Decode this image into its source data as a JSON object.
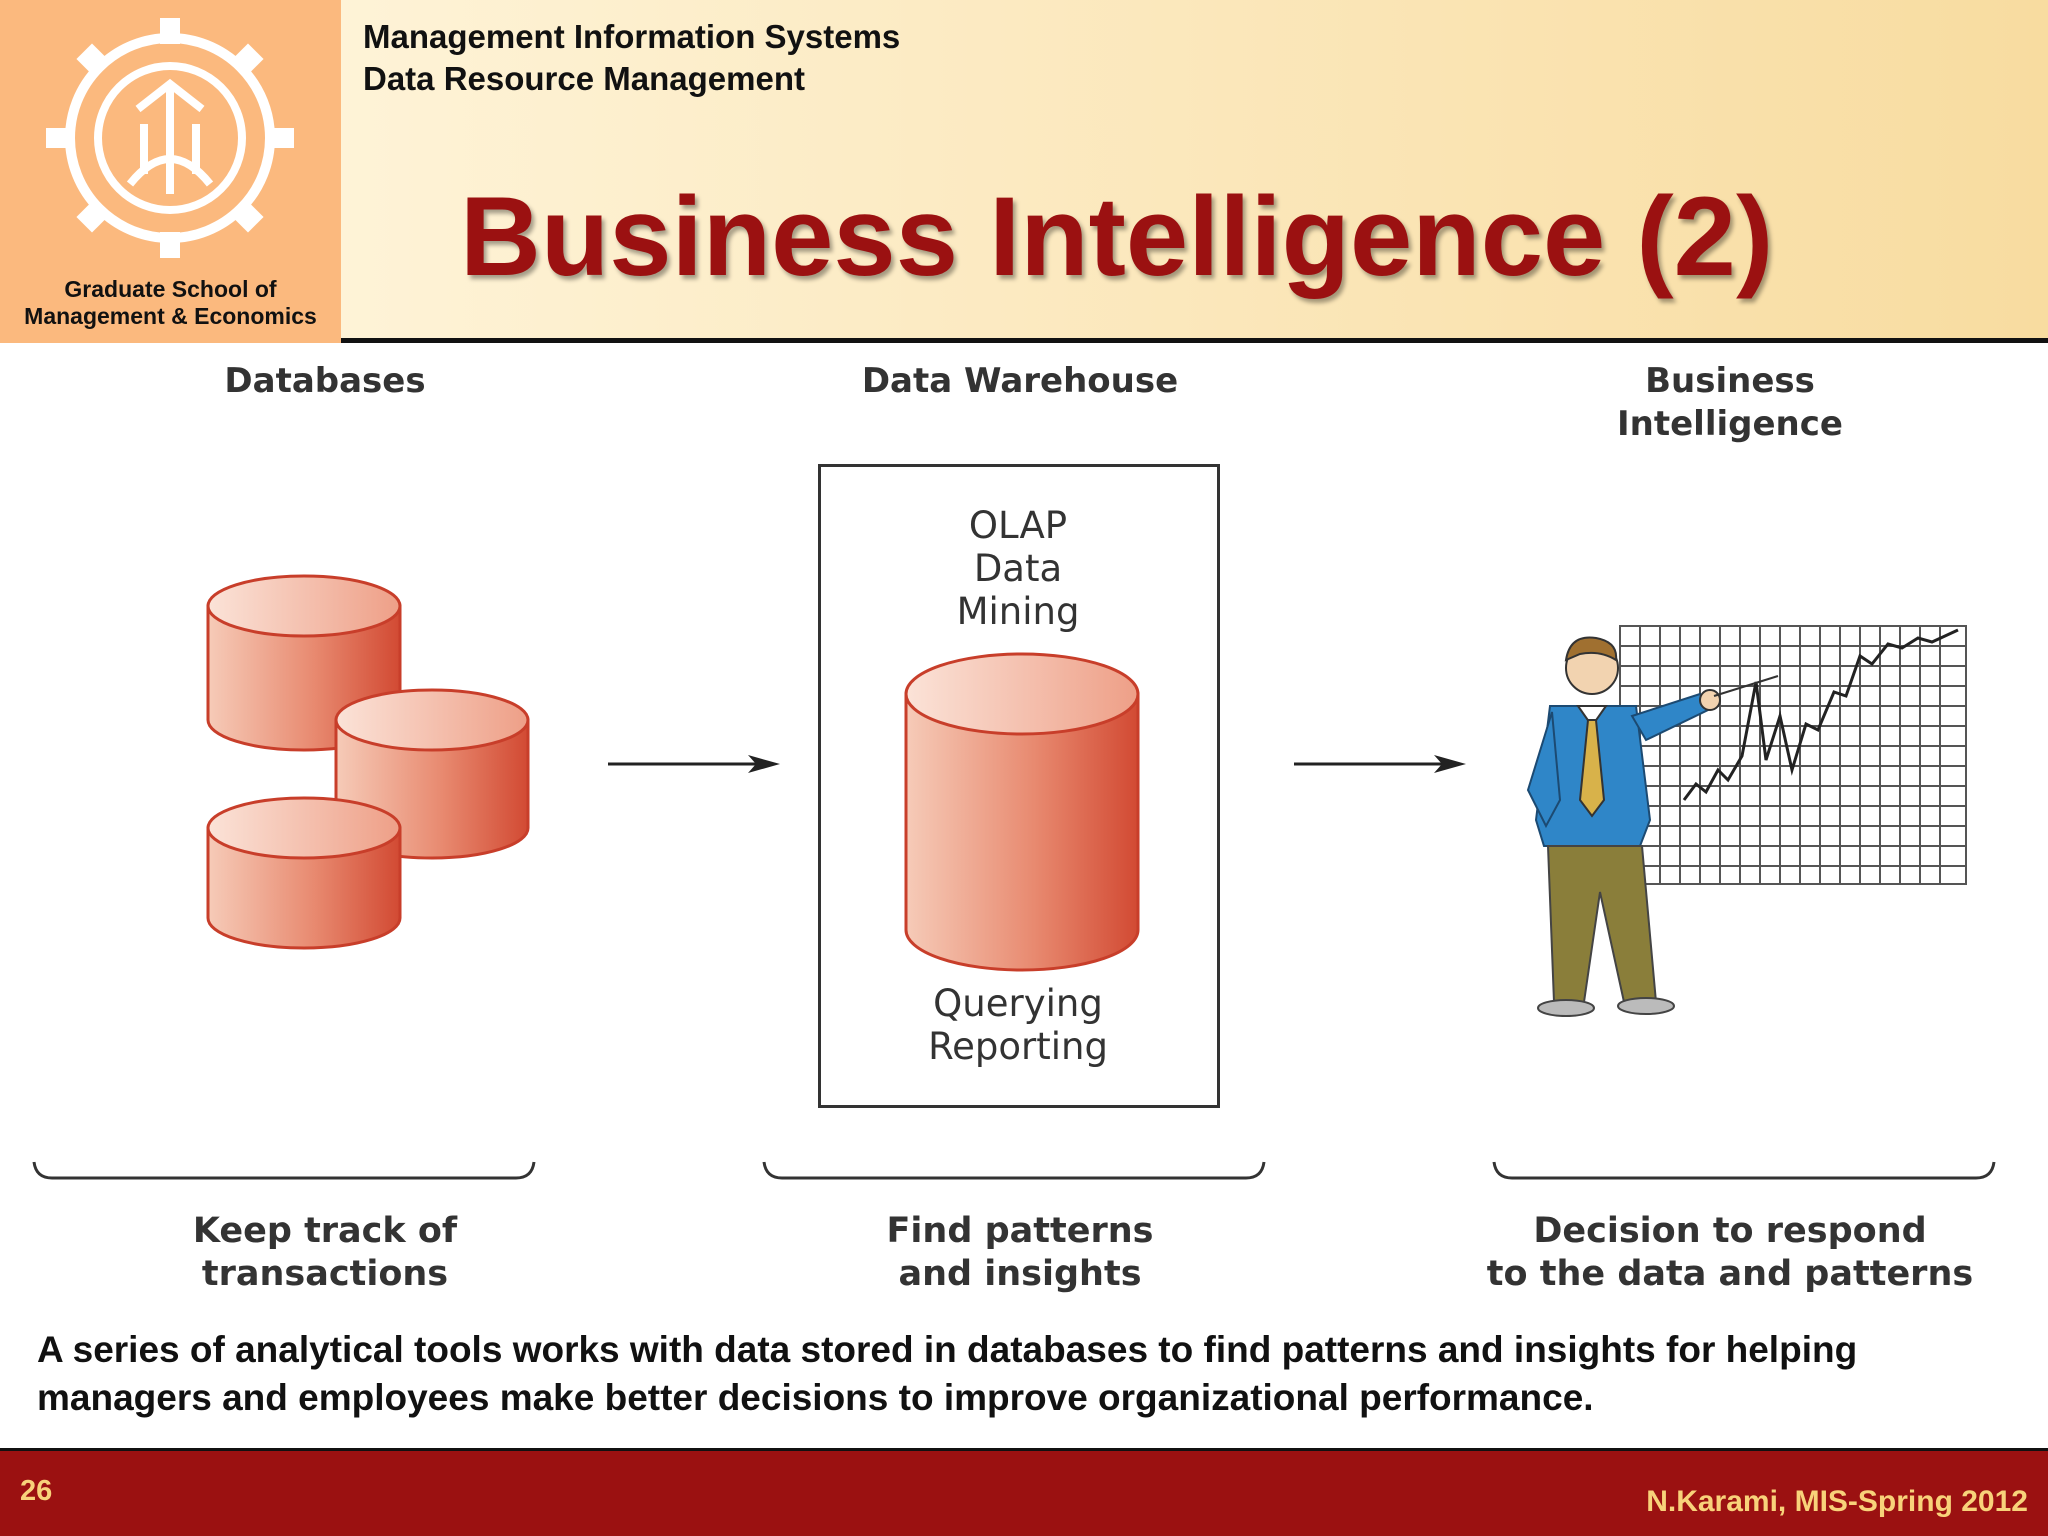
{
  "header": {
    "subject_line_1": "Management Information Systems",
    "subject_line_2": "Data Resource Management",
    "title": "Business Intelligence (2)",
    "school_name_line_1": "Graduate School of",
    "school_name_line_2": "Management & Economics",
    "logo_icon": "university-gear-emblem-icon"
  },
  "diagram": {
    "columns": [
      {
        "heading": "Databases",
        "footer": "Keep track of\ntransactions",
        "icon": "database-cylinders-icon"
      },
      {
        "heading": "Data Warehouse",
        "footer": "Find patterns\nand insights",
        "icon": "data-warehouse-cylinder-icon"
      },
      {
        "heading_line_1": "Business",
        "heading_line_2": "Intelligence",
        "footer": "Decision to respond\nto the data and patterns",
        "icon": "presenter-with-chart-icon"
      }
    ],
    "warehouse_top_text": "OLAP\nData\nMining",
    "warehouse_bottom_text": "Querying\nReporting"
  },
  "colors": {
    "title_red": "#9b1111",
    "cylinder_red": "#d9543f",
    "header_orange": "#fbb97e",
    "footer_gold": "#f8d27a"
  },
  "description": "A series of analytical tools works with data stored in databases to find patterns and insights for helping managers and employees make better decisions to improve organizational performance.",
  "footer": {
    "page_number": "26",
    "credit": "N.Karami, MIS-Spring 2012"
  }
}
